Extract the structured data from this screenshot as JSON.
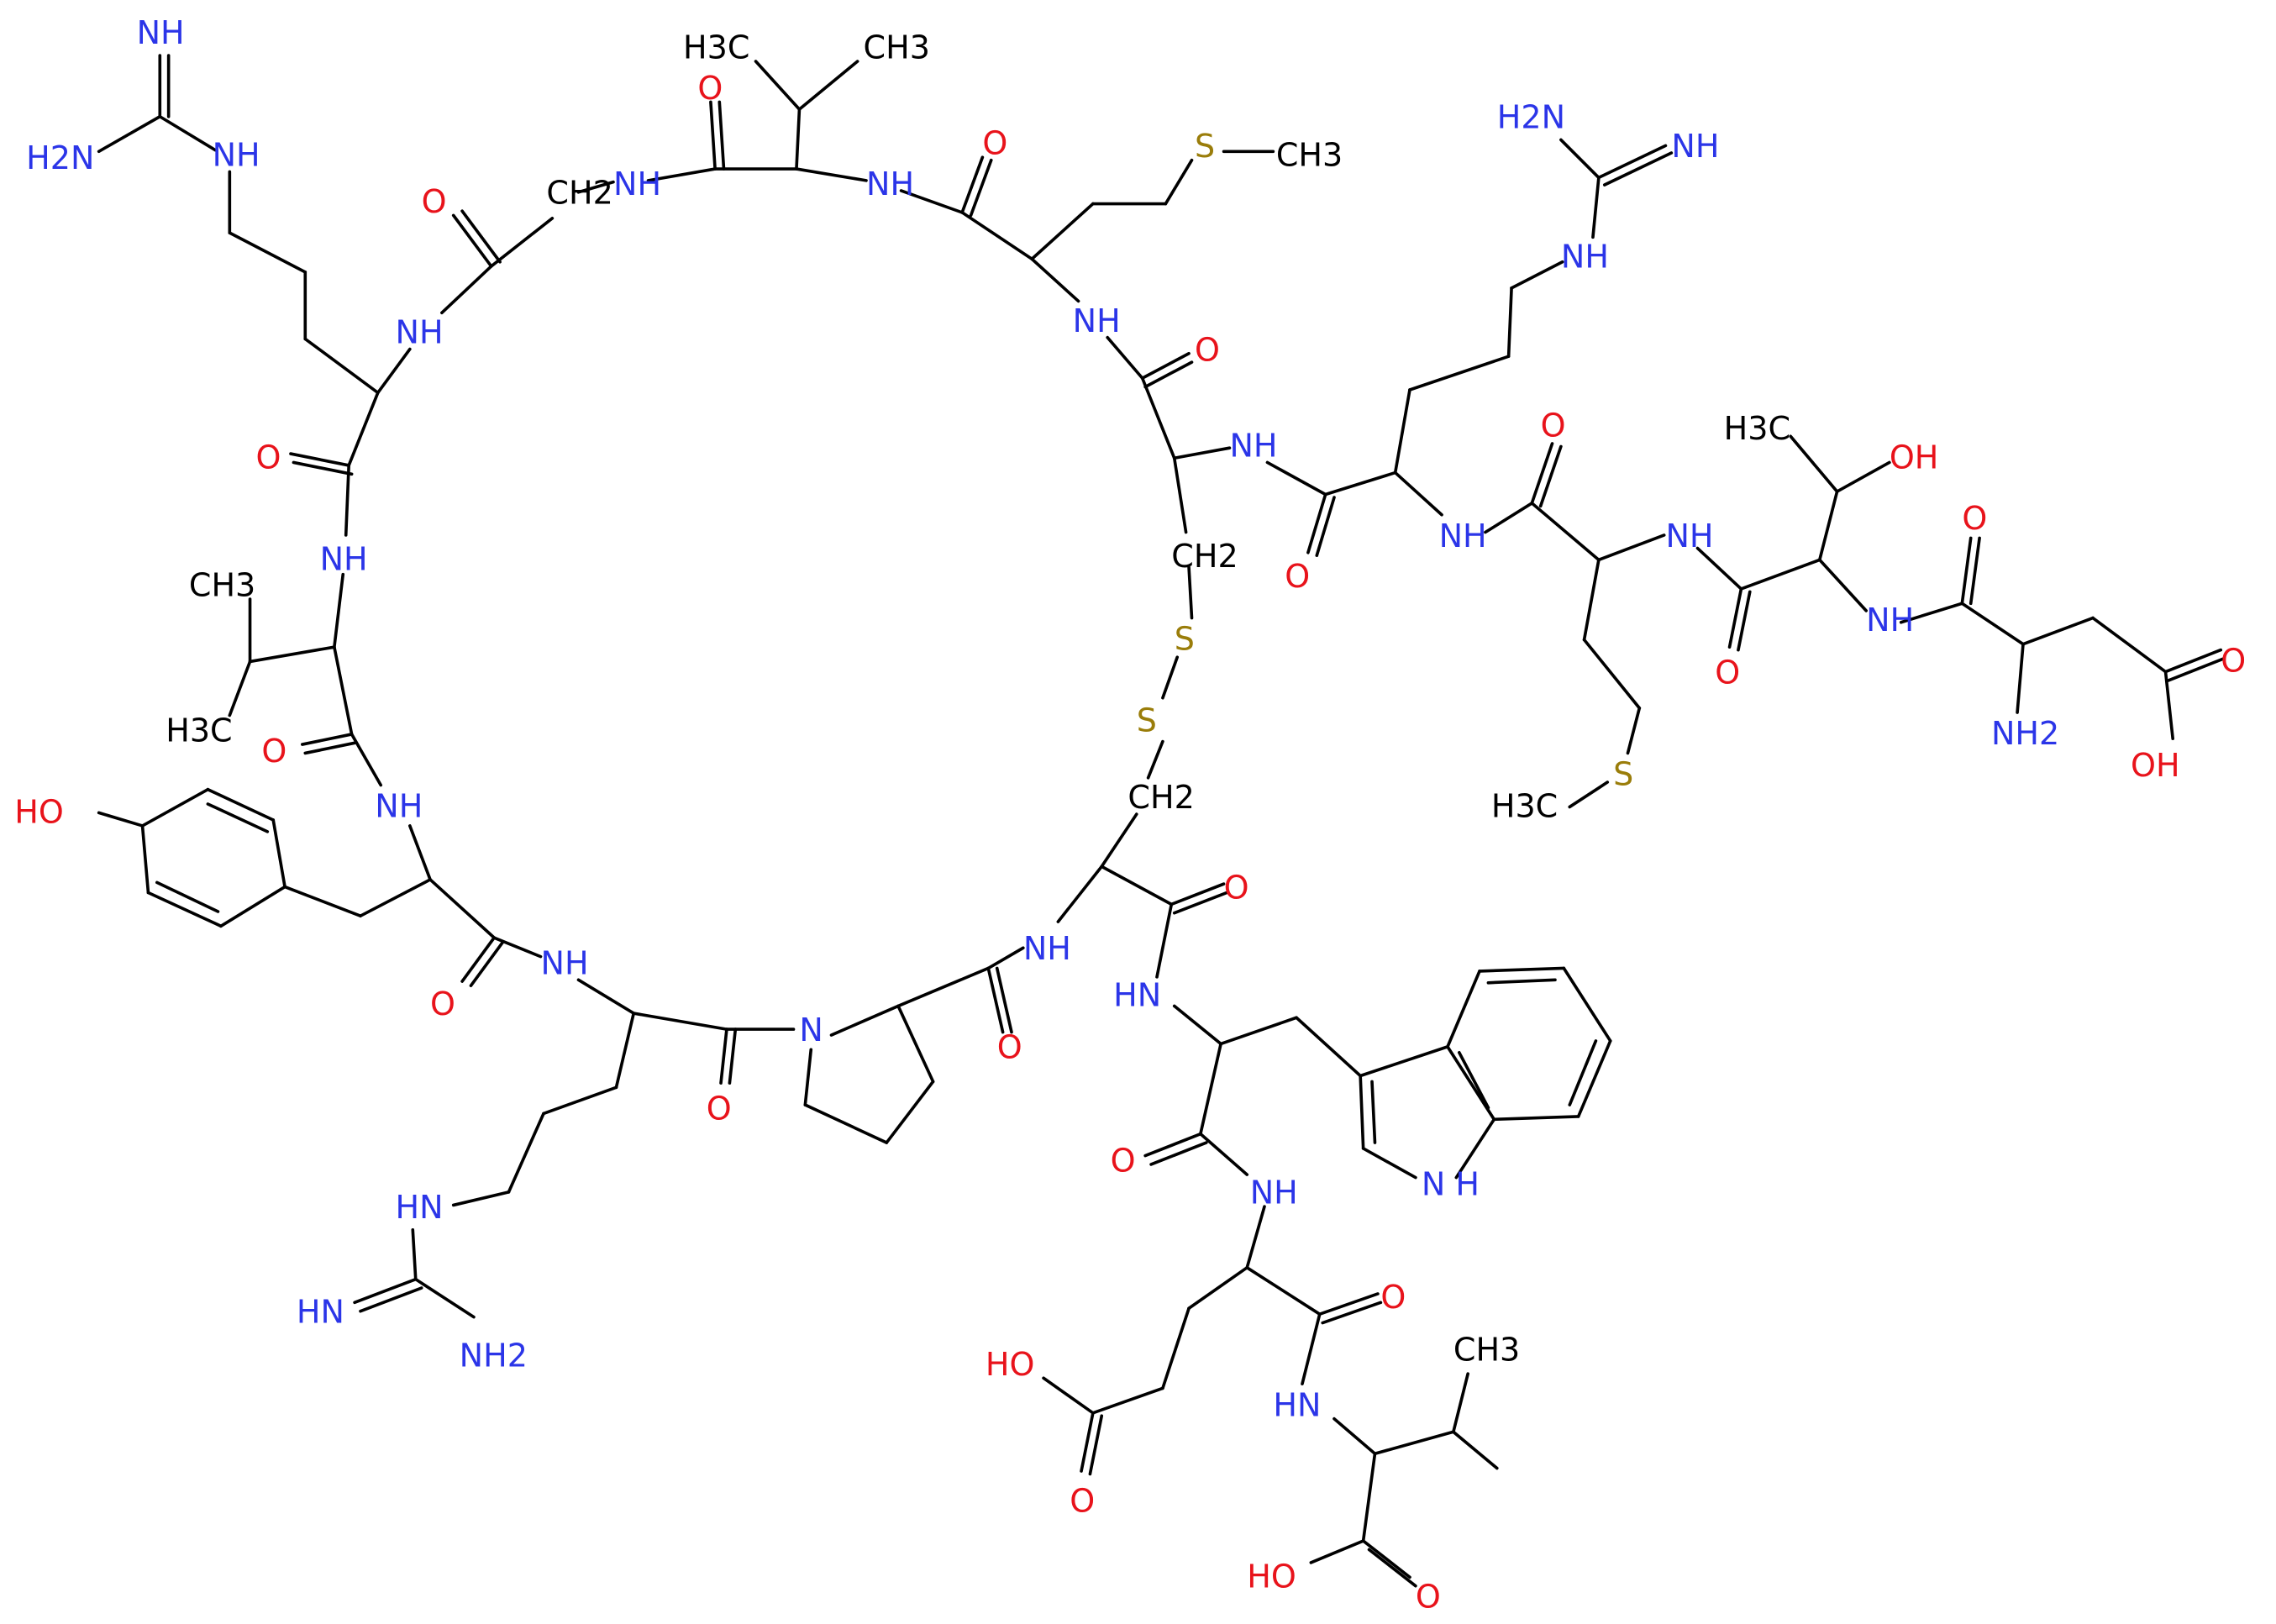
{
  "colors": {
    "carbon_bond": "#000000",
    "nitrogen": "#2b35e8",
    "oxygen": "#e8131b",
    "sulfur": "#9a7d0a",
    "background": "#ffffff"
  },
  "atom_labels": {
    "guan_left_nh": {
      "text": "NH",
      "element": "N"
    },
    "guan_left_nh2": {
      "text": "H2N",
      "element": "N"
    },
    "guan_left_nh3": {
      "text": "NH",
      "element": "N"
    },
    "val1_ch3_a": {
      "text": "H3C",
      "element": "C"
    },
    "val1_ch3_b": {
      "text": "CH3",
      "element": "C"
    },
    "ch2_gly": {
      "text": "CH2",
      "element": "C"
    },
    "nh_gly": {
      "text": "NH",
      "element": "N"
    },
    "o_gly": {
      "text": "O",
      "element": "O"
    },
    "nh_val1": {
      "text": "NH",
      "element": "N"
    },
    "o_val1": {
      "text": "O",
      "element": "O"
    },
    "met1_s": {
      "text": "S",
      "element": "S"
    },
    "met1_ch3": {
      "text": "CH3",
      "element": "C"
    },
    "nh_met1": {
      "text": "NH",
      "element": "N"
    },
    "o_met1": {
      "text": "O",
      "element": "O"
    },
    "nh_arg_left": {
      "text": "NH",
      "element": "N"
    },
    "o_arg_left": {
      "text": "O",
      "element": "O"
    },
    "nh_val2": {
      "text": "NH",
      "element": "N"
    },
    "val2_ch3_a": {
      "text": "CH3",
      "element": "C"
    },
    "val2_ch3_b": {
      "text": "H3C",
      "element": "C"
    },
    "o_val2": {
      "text": "O",
      "element": "O"
    },
    "tyr_oh": {
      "text": "HO",
      "element": "O"
    },
    "nh_tyr": {
      "text": "NH",
      "element": "N"
    },
    "o_tyr": {
      "text": "O",
      "element": "O"
    },
    "nh_arg_bottom": {
      "text": "NH",
      "element": "N"
    },
    "o_arg_bottom": {
      "text": "O",
      "element": "O"
    },
    "guan_bottom_nh": {
      "text": "HN",
      "element": "N"
    },
    "guan_bottom_imine": {
      "text": "HN",
      "element": "N"
    },
    "guan_bottom_nh2": {
      "text": "NH2",
      "element": "N"
    },
    "pro_n": {
      "text": "N",
      "element": "N"
    },
    "o_pro": {
      "text": "O",
      "element": "O"
    },
    "nh_pro_cys": {
      "text": "NH",
      "element": "N"
    },
    "cys2_ch2": {
      "text": "CH2",
      "element": "C"
    },
    "s_lower": {
      "text": "S",
      "element": "S"
    },
    "s_upper": {
      "text": "S",
      "element": "S"
    },
    "cys1_ch2": {
      "text": "CH2",
      "element": "C"
    },
    "o_cys2": {
      "text": "O",
      "element": "O"
    },
    "nh_trp": {
      "text": "HN",
      "element": "N"
    },
    "indole_nh": {
      "text": "N\nH",
      "element": "N"
    },
    "o_trp": {
      "text": "O",
      "element": "O"
    },
    "nh_glu": {
      "text": "NH",
      "element": "N"
    },
    "glu_oh": {
      "text": "HO",
      "element": "O"
    },
    "glu_o": {
      "text": "O",
      "element": "O"
    },
    "o_glu": {
      "text": "O",
      "element": "O"
    },
    "nh_val_c": {
      "text": "HN",
      "element": "N"
    },
    "val_c_ch3": {
      "text": "CH3",
      "element": "C"
    },
    "val_c_oh": {
      "text": "HO",
      "element": "O"
    },
    "val_c_o": {
      "text": "O",
      "element": "O"
    },
    "nh_cys1": {
      "text": "NH",
      "element": "N"
    },
    "o_cys1": {
      "text": "O",
      "element": "O"
    },
    "nh_arg_right": {
      "text": "NH",
      "element": "N"
    },
    "o_arg_right": {
      "text": "O",
      "element": "O"
    },
    "guan_right_nh": {
      "text": "NH",
      "element": "N"
    },
    "guan_right_nh2": {
      "text": "H2N",
      "element": "N"
    },
    "guan_right_imine": {
      "text": "NH",
      "element": "N"
    },
    "nh_met2": {
      "text": "NH",
      "element": "N"
    },
    "o_met2": {
      "text": "O",
      "element": "O"
    },
    "met2_s": {
      "text": "S",
      "element": "S"
    },
    "met2_ch3": {
      "text": "H3C",
      "element": "C"
    },
    "nh_thr": {
      "text": "NH",
      "element": "N"
    },
    "thr_ch3": {
      "text": "H3C",
      "element": "C"
    },
    "thr_oh": {
      "text": "OH",
      "element": "O"
    },
    "o_thr": {
      "text": "O",
      "element": "O"
    },
    "asp_nh2": {
      "text": "NH2",
      "element": "N"
    },
    "o_asp": {
      "text": "O",
      "element": "O"
    },
    "asp_o": {
      "text": "O",
      "element": "O"
    },
    "asp_oh": {
      "text": "OH",
      "element": "O"
    }
  }
}
